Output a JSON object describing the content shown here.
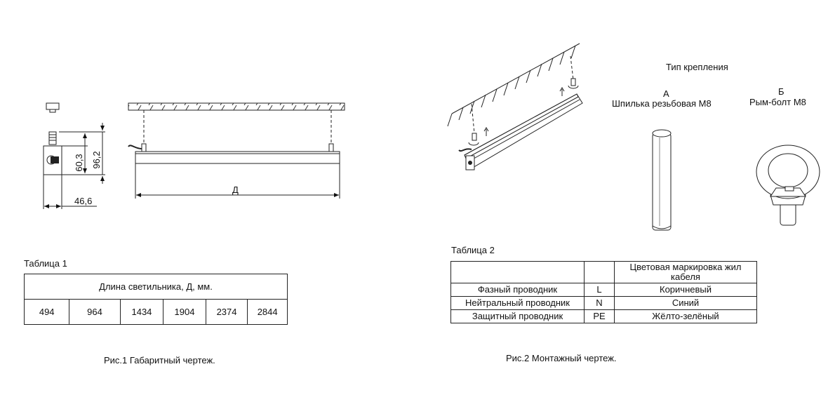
{
  "fig1": {
    "dim_h1": "60,3",
    "dim_h2": "96,2",
    "dim_w": "46,6",
    "dim_length": "Д",
    "caption": "Рис.1 Габаритный чертеж."
  },
  "table1": {
    "title": "Таблица 1",
    "header": "Длина светильника, Д, мм.",
    "values": [
      "494",
      "964",
      "1434",
      "1904",
      "2374",
      "2844"
    ]
  },
  "fig2": {
    "mount_title": "Тип крепления",
    "option_a_letter": "А",
    "option_a_name": "Шпилька резьбовая М8",
    "option_b_letter": "Б",
    "option_b_name": "Рым-болт М8",
    "caption": "Рис.2 Монтажный чертеж."
  },
  "table2": {
    "title": "Таблица 2",
    "header": "Цветовая маркировка жил кабеля",
    "rows": [
      {
        "name": "Фазный проводник",
        "code": "L",
        "color": "Коричневый"
      },
      {
        "name": "Нейтральный проводник",
        "code": "N",
        "color": "Синий"
      },
      {
        "name": "Защитный проводник",
        "code": "PE",
        "color": "Жёлто-зелёный"
      }
    ]
  }
}
